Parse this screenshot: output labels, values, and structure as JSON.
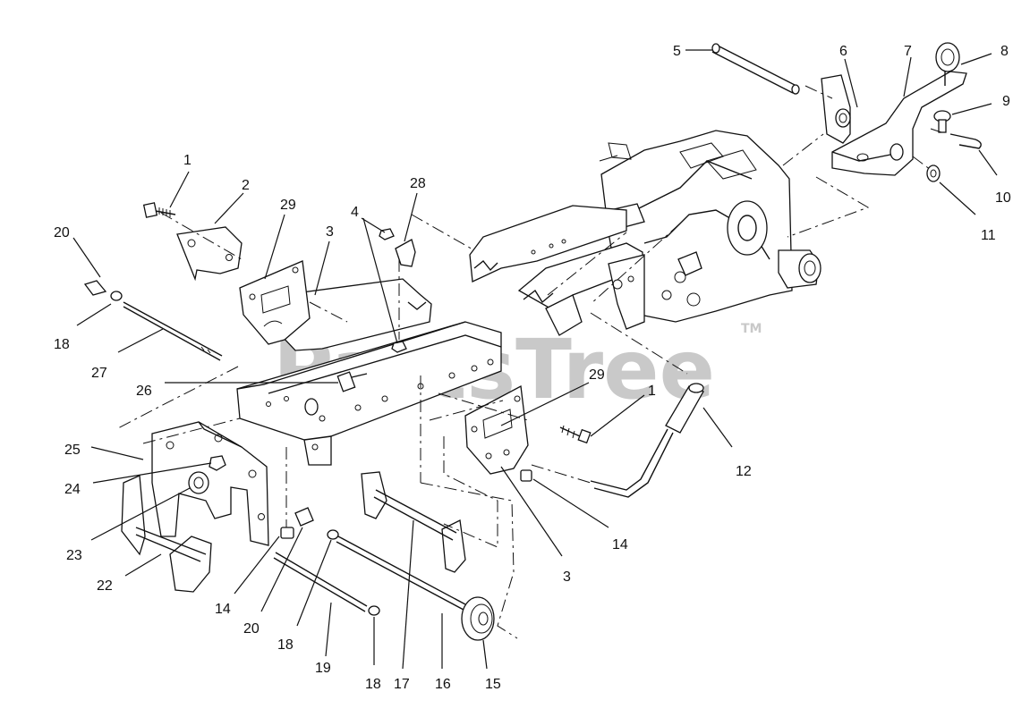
{
  "watermark": {
    "brand": "PartsTree",
    "tm": "TM"
  },
  "callouts": [
    {
      "id": "c1a",
      "text": "1"
    },
    {
      "id": "c2",
      "text": "2"
    },
    {
      "id": "c29a",
      "text": "29"
    },
    {
      "id": "c3a",
      "text": "3"
    },
    {
      "id": "c20a",
      "text": "20"
    },
    {
      "id": "c18a",
      "text": "18"
    },
    {
      "id": "c27",
      "text": "27"
    },
    {
      "id": "c26",
      "text": "26"
    },
    {
      "id": "c25",
      "text": "25"
    },
    {
      "id": "c24",
      "text": "24"
    },
    {
      "id": "c23",
      "text": "23"
    },
    {
      "id": "c22",
      "text": "22"
    },
    {
      "id": "c14a",
      "text": "14"
    },
    {
      "id": "c20b",
      "text": "20"
    },
    {
      "id": "c18b",
      "text": "18"
    },
    {
      "id": "c19",
      "text": "19"
    },
    {
      "id": "c18c",
      "text": "18"
    },
    {
      "id": "c17",
      "text": "17"
    },
    {
      "id": "c16",
      "text": "16"
    },
    {
      "id": "c15",
      "text": "15"
    },
    {
      "id": "c4",
      "text": "4"
    },
    {
      "id": "c28",
      "text": "28"
    },
    {
      "id": "c29b",
      "text": "29"
    },
    {
      "id": "c1b",
      "text": "1"
    },
    {
      "id": "c3b",
      "text": "3"
    },
    {
      "id": "c14b",
      "text": "14"
    },
    {
      "id": "c12",
      "text": "12"
    },
    {
      "id": "c5",
      "text": "5"
    },
    {
      "id": "c6",
      "text": "6"
    },
    {
      "id": "c7",
      "text": "7"
    },
    {
      "id": "c8",
      "text": "8"
    },
    {
      "id": "c9",
      "text": "9"
    },
    {
      "id": "c10",
      "text": "10"
    },
    {
      "id": "c11",
      "text": "11"
    }
  ]
}
